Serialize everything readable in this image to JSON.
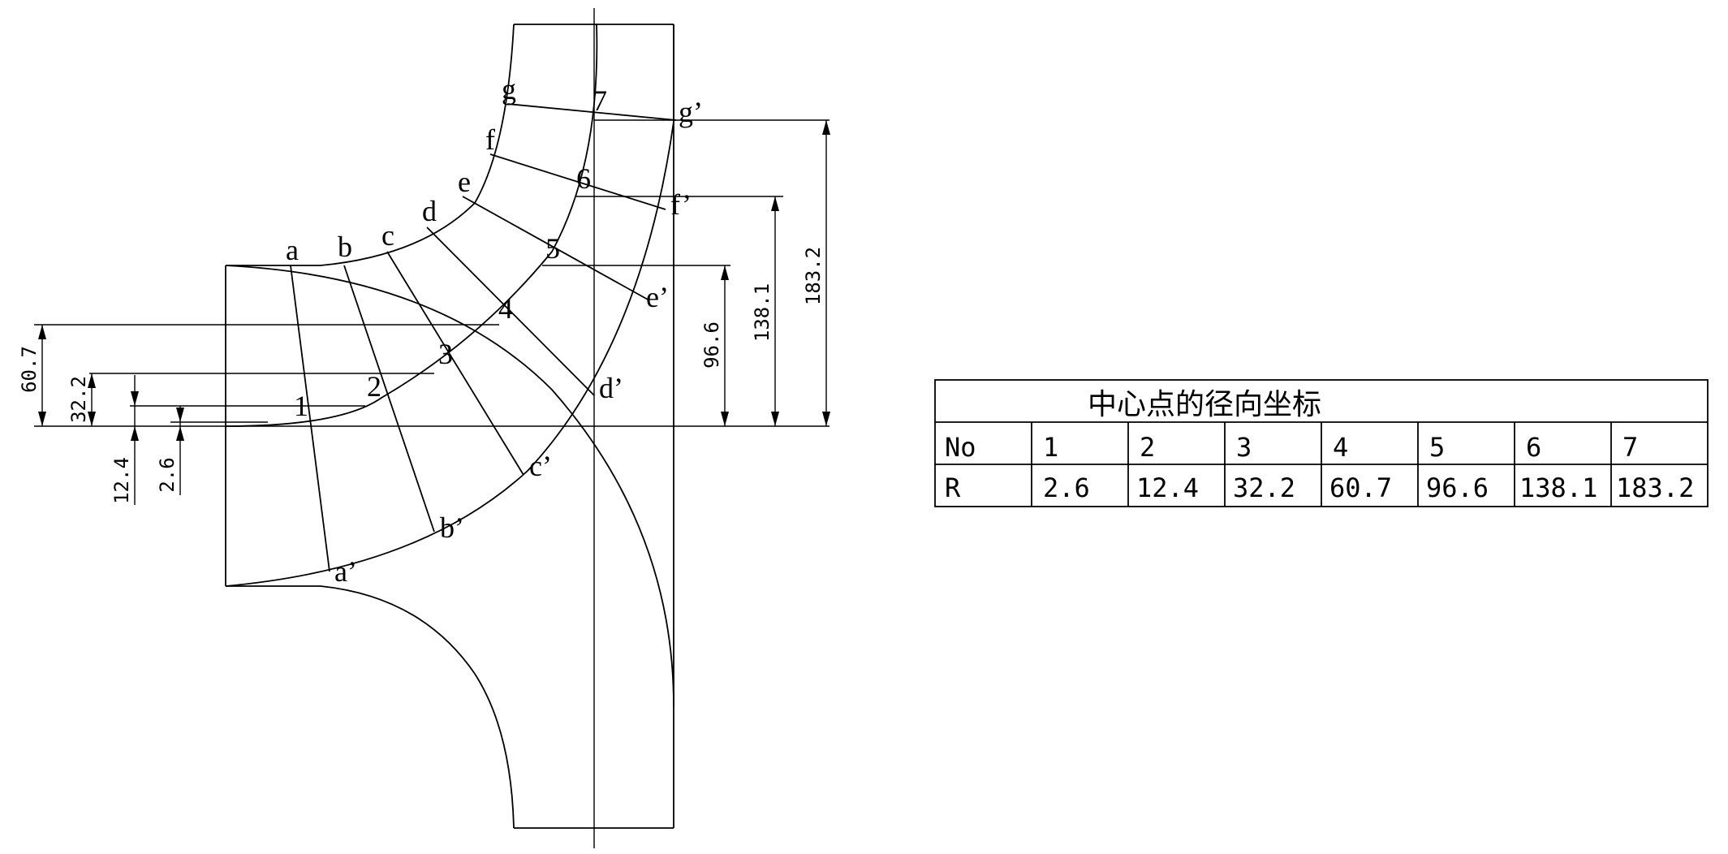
{
  "drawing": {
    "centers": [
      "1",
      "2",
      "3",
      "4",
      "5",
      "6",
      "7"
    ],
    "inner_points": [
      "a",
      "b",
      "c",
      "d",
      "e",
      "f",
      "g"
    ],
    "outer_points": [
      "a’",
      "b’",
      "c’",
      "d’",
      "e’",
      "f’",
      "g’"
    ],
    "left_dimensions": [
      "60.7",
      "32.2",
      "12.4",
      "2.6"
    ],
    "right_dimensions": [
      "96.6",
      "138.1",
      "183.2"
    ]
  },
  "table": {
    "title": "中心点的径向坐标",
    "header_label": "No",
    "header_values": [
      "1",
      "2",
      "3",
      "4",
      "5",
      "6",
      "7"
    ],
    "row_label": "R",
    "row_values": [
      "2.6",
      "12.4",
      "32.2",
      "60.7",
      "96.6",
      "138.1",
      "183.2"
    ]
  }
}
